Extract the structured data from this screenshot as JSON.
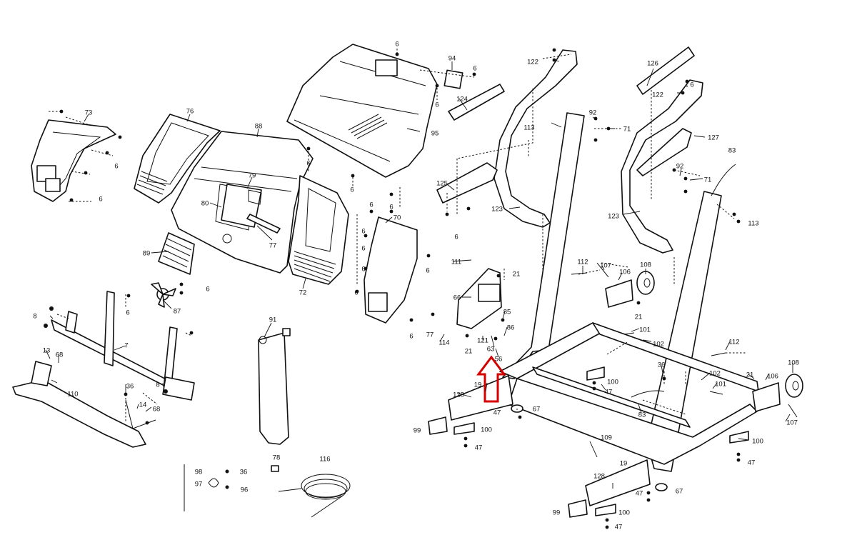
{
  "callouts": [
    {
      "id": "c1",
      "text": "6"
    },
    {
      "id": "c2",
      "text": "94"
    },
    {
      "id": "c3",
      "text": "6"
    },
    {
      "id": "c4",
      "text": "122"
    },
    {
      "id": "c5",
      "text": "126"
    },
    {
      "id": "c6",
      "text": "122"
    },
    {
      "id": "c7",
      "text": "6"
    },
    {
      "id": "c8",
      "text": "73"
    },
    {
      "id": "c9",
      "text": "76"
    },
    {
      "id": "c10",
      "text": "88"
    },
    {
      "id": "c11",
      "text": "124"
    },
    {
      "id": "c12",
      "text": "6"
    },
    {
      "id": "c13",
      "text": "113"
    },
    {
      "id": "c14",
      "text": "92"
    },
    {
      "id": "c15",
      "text": "71"
    },
    {
      "id": "c16",
      "text": "95"
    },
    {
      "id": "c17",
      "text": "127"
    },
    {
      "id": "c18",
      "text": "6"
    },
    {
      "id": "c19",
      "text": "6"
    },
    {
      "id": "c20",
      "text": "6"
    },
    {
      "id": "c21",
      "text": "83"
    },
    {
      "id": "c22",
      "text": "92"
    },
    {
      "id": "c23",
      "text": "71"
    },
    {
      "id": "c24",
      "text": "79"
    },
    {
      "id": "c25",
      "text": "6"
    },
    {
      "id": "c26",
      "text": "125"
    },
    {
      "id": "c27",
      "text": "6"
    },
    {
      "id": "c28",
      "text": "80"
    },
    {
      "id": "c29",
      "text": "123"
    },
    {
      "id": "c30",
      "text": "123"
    },
    {
      "id": "c31",
      "text": "6"
    },
    {
      "id": "c32",
      "text": "70"
    },
    {
      "id": "c33",
      "text": "6"
    },
    {
      "id": "c34",
      "text": "113"
    },
    {
      "id": "c35",
      "text": "6"
    },
    {
      "id": "c36",
      "text": "77"
    },
    {
      "id": "c37",
      "text": "6"
    },
    {
      "id": "c38",
      "text": "89"
    },
    {
      "id": "c39",
      "text": "6"
    },
    {
      "id": "c40",
      "text": "111"
    },
    {
      "id": "c41",
      "text": "112"
    },
    {
      "id": "c42",
      "text": "107"
    },
    {
      "id": "c43",
      "text": "108"
    },
    {
      "id": "c44",
      "text": "6"
    },
    {
      "id": "c45",
      "text": "21"
    },
    {
      "id": "c46",
      "text": "106"
    },
    {
      "id": "c47",
      "text": "72"
    },
    {
      "id": "c48",
      "text": "6"
    },
    {
      "id": "c49",
      "text": "66"
    },
    {
      "id": "c50",
      "text": "87"
    },
    {
      "id": "c51",
      "text": "6"
    },
    {
      "id": "c52",
      "text": "85"
    },
    {
      "id": "c53",
      "text": "21"
    },
    {
      "id": "c54",
      "text": "8"
    },
    {
      "id": "c55",
      "text": "91"
    },
    {
      "id": "c56",
      "text": "77"
    },
    {
      "id": "c57",
      "text": "121"
    },
    {
      "id": "c58",
      "text": "86"
    },
    {
      "id": "c59",
      "text": "101"
    },
    {
      "id": "c60",
      "text": "6"
    },
    {
      "id": "c61",
      "text": "6"
    },
    {
      "id": "c62",
      "text": "114"
    },
    {
      "id": "c63",
      "text": "63"
    },
    {
      "id": "c64",
      "text": "21"
    },
    {
      "id": "c65",
      "text": "102"
    },
    {
      "id": "c66",
      "text": "112"
    },
    {
      "id": "c67",
      "text": "7"
    },
    {
      "id": "c68",
      "text": "13"
    },
    {
      "id": "c69",
      "text": "68"
    },
    {
      "id": "c70",
      "text": "56"
    },
    {
      "id": "c71",
      "text": "108"
    },
    {
      "id": "c72",
      "text": "36"
    },
    {
      "id": "c73",
      "text": "102"
    },
    {
      "id": "c74",
      "text": "21"
    },
    {
      "id": "c75",
      "text": "106"
    },
    {
      "id": "c76",
      "text": "101"
    },
    {
      "id": "c77",
      "text": "36"
    },
    {
      "id": "c78",
      "text": "8"
    },
    {
      "id": "c79",
      "text": "19"
    },
    {
      "id": "c80",
      "text": "100"
    },
    {
      "id": "c81",
      "text": "110"
    },
    {
      "id": "c82",
      "text": "128"
    },
    {
      "id": "c83",
      "text": "47"
    },
    {
      "id": "c84",
      "text": "107"
    },
    {
      "id": "c85",
      "text": "14"
    },
    {
      "id": "c86",
      "text": "47"
    },
    {
      "id": "c87",
      "text": "67"
    },
    {
      "id": "c88",
      "text": "83"
    },
    {
      "id": "c89",
      "text": "68"
    },
    {
      "id": "c90",
      "text": "99"
    },
    {
      "id": "c91",
      "text": "100"
    },
    {
      "id": "c92",
      "text": "109"
    },
    {
      "id": "c93",
      "text": "100"
    },
    {
      "id": "c94",
      "text": "47"
    },
    {
      "id": "c95",
      "text": "47"
    },
    {
      "id": "c96",
      "text": "78"
    },
    {
      "id": "c97",
      "text": "116"
    },
    {
      "id": "c98",
      "text": "19"
    },
    {
      "id": "c99",
      "text": "98"
    },
    {
      "id": "c100",
      "text": "36"
    },
    {
      "id": "c101",
      "text": "97"
    },
    {
      "id": "c102",
      "text": "96"
    },
    {
      "id": "c103",
      "text": "128"
    },
    {
      "id": "c104",
      "text": "47"
    },
    {
      "id": "c105",
      "text": "67"
    },
    {
      "id": "c106",
      "text": "99"
    },
    {
      "id": "c107",
      "text": "100"
    },
    {
      "id": "c108",
      "text": "47"
    }
  ],
  "highlight": {
    "color": "#d40000",
    "shape": "up-arrow",
    "points_to": "63"
  }
}
